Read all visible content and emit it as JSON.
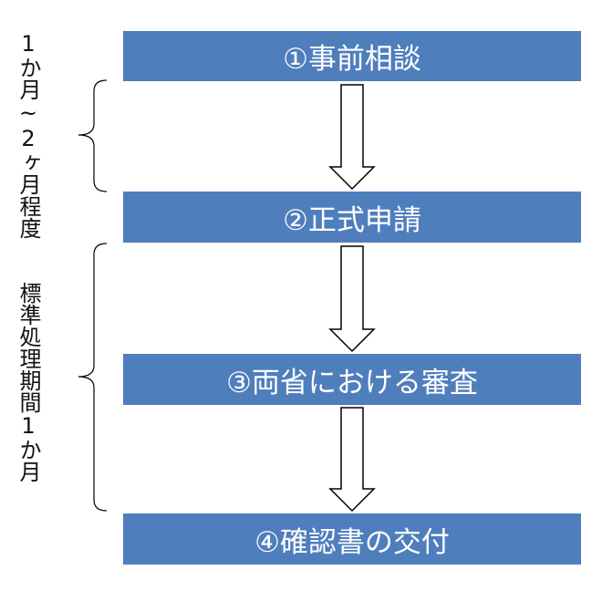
{
  "steps": [
    {
      "label": "①事前相談"
    },
    {
      "label": "②正式申請"
    },
    {
      "label": "③両省における審査"
    },
    {
      "label": "④確認書の交付"
    }
  ],
  "durations": [
    {
      "label": "1か月~2ヶ月程度"
    },
    {
      "label": "標準処理期間1か月"
    }
  ],
  "colors": {
    "step_fill": "#4f7ebd",
    "step_text": "#ffffff",
    "line": "#000000"
  }
}
